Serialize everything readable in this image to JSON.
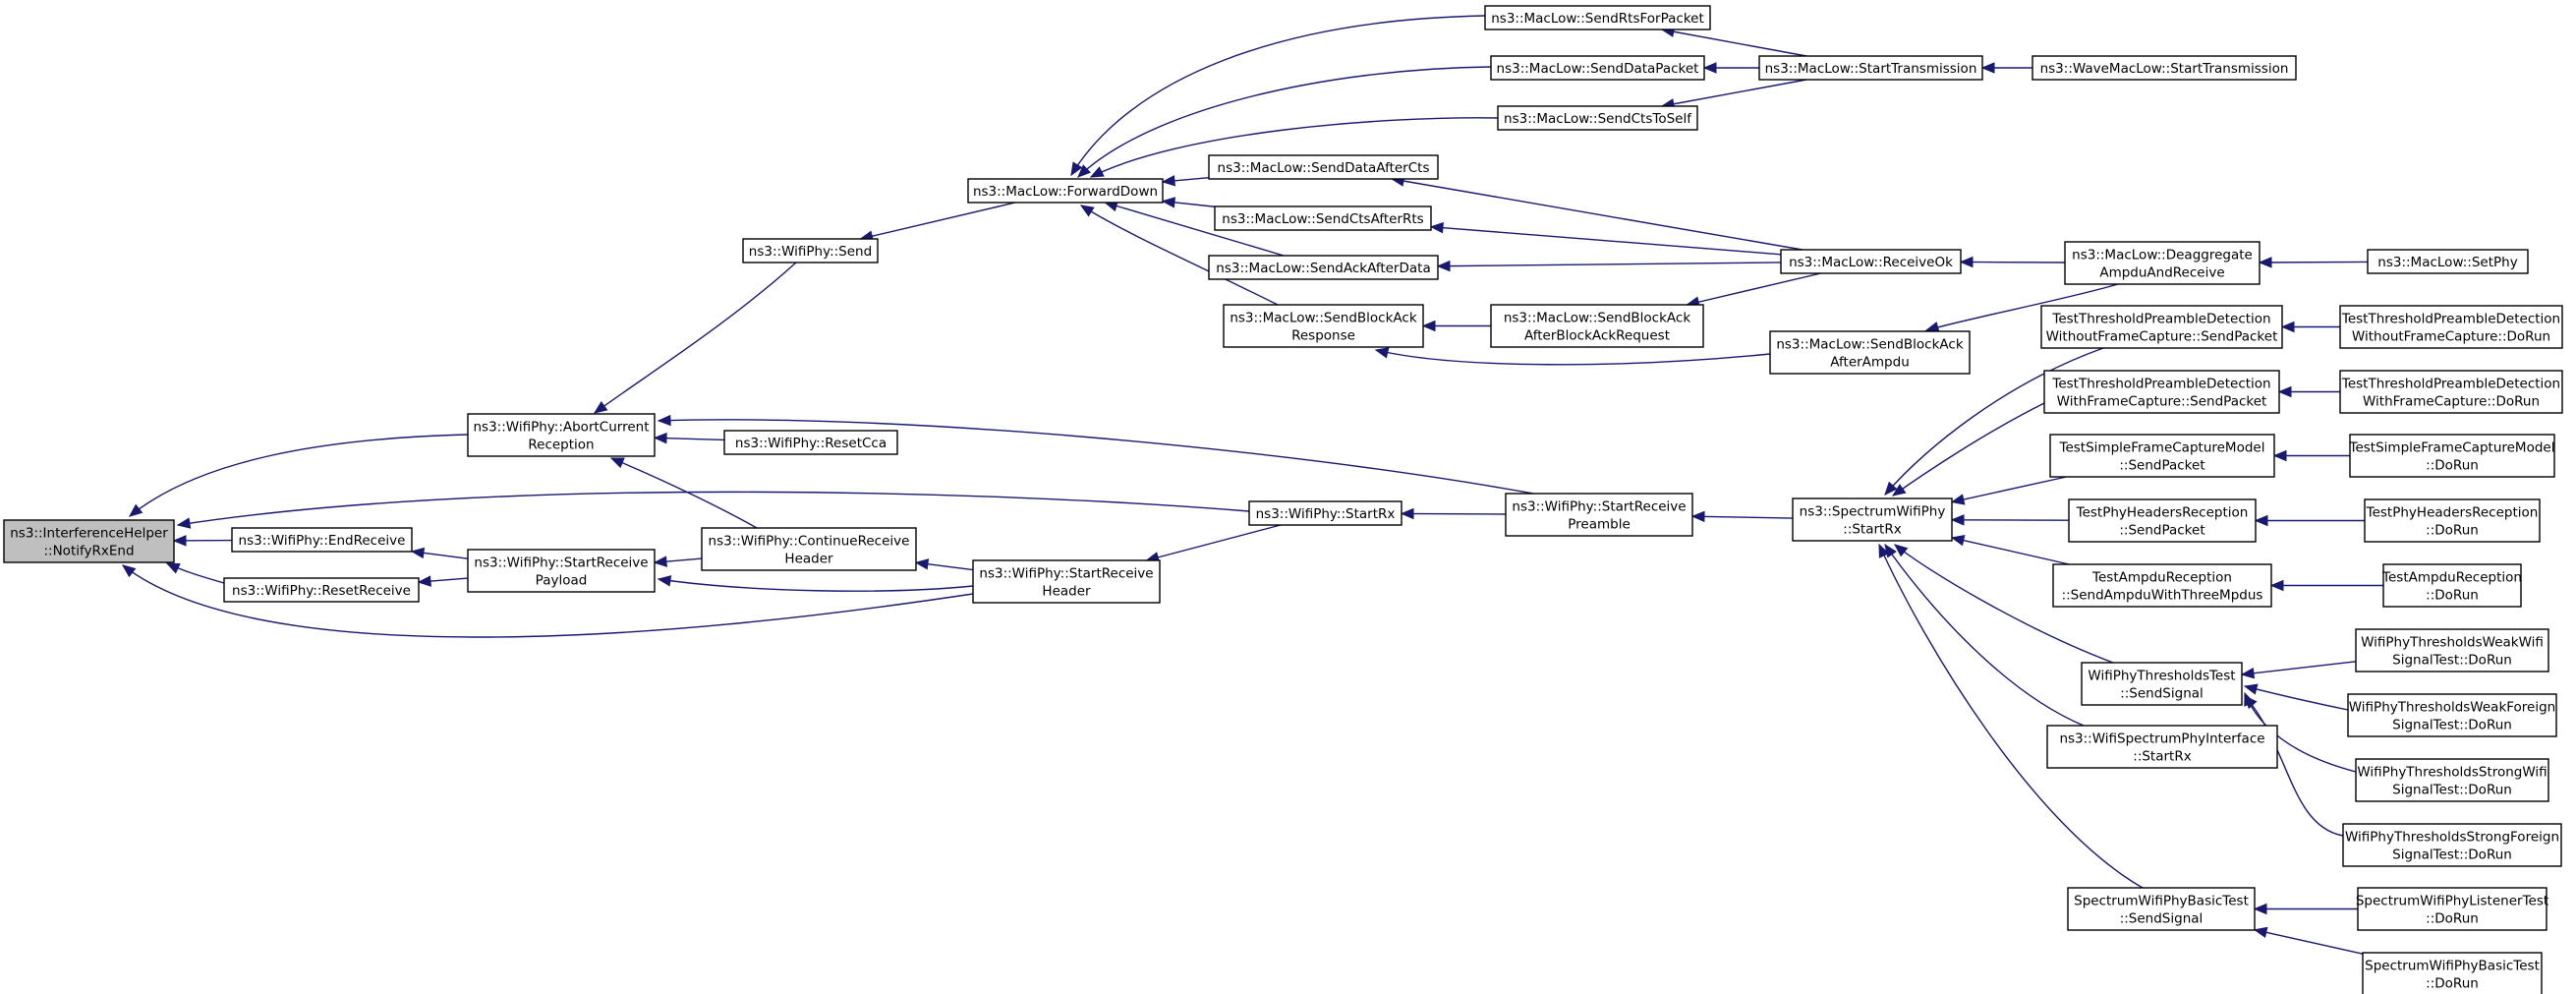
{
  "nodes": [
    {
      "id": "root",
      "lines": [
        "ns3::InterferenceHelper",
        "::NotifyRxEnd"
      ],
      "highlight": true
    },
    {
      "id": "abortCurrent",
      "lines": [
        "ns3::WifiPhy::AbortCurrent",
        "Reception"
      ]
    },
    {
      "id": "endReceive",
      "lines": [
        "ns3::WifiPhy::EndReceive"
      ]
    },
    {
      "id": "resetReceive",
      "lines": [
        "ns3::WifiPhy::ResetReceive"
      ]
    },
    {
      "id": "startReceivePayload",
      "lines": [
        "ns3::WifiPhy::StartReceive",
        "Payload"
      ]
    },
    {
      "id": "wifiSend",
      "lines": [
        "ns3::WifiPhy::Send"
      ]
    },
    {
      "id": "resetCca",
      "lines": [
        "ns3::WifiPhy::ResetCca"
      ]
    },
    {
      "id": "continueReceiveHeader",
      "lines": [
        "ns3::WifiPhy::ContinueReceive",
        "Header"
      ]
    },
    {
      "id": "startReceiveHeader",
      "lines": [
        "ns3::WifiPhy::StartReceive",
        "Header"
      ]
    },
    {
      "id": "forwardDown",
      "lines": [
        "ns3::MacLow::ForwardDown"
      ]
    },
    {
      "id": "startRx",
      "lines": [
        "ns3::WifiPhy::StartRx"
      ]
    },
    {
      "id": "sendRtsForPacket",
      "lines": [
        "ns3::MacLow::SendRtsForPacket"
      ]
    },
    {
      "id": "sendDataPacket",
      "lines": [
        "ns3::MacLow::SendDataPacket"
      ]
    },
    {
      "id": "sendCtsToSelf",
      "lines": [
        "ns3::MacLow::SendCtsToSelf"
      ]
    },
    {
      "id": "sendDataAfterCts",
      "lines": [
        "ns3::MacLow::SendDataAfterCts"
      ]
    },
    {
      "id": "sendCtsAfterRts",
      "lines": [
        "ns3::MacLow::SendCtsAfterRts"
      ]
    },
    {
      "id": "sendAckAfterData",
      "lines": [
        "ns3::MacLow::SendAckAfterData"
      ]
    },
    {
      "id": "sendBlockAckResponse",
      "lines": [
        "ns3::MacLow::SendBlockAck",
        "Response"
      ]
    },
    {
      "id": "sendBlockAckAfterBlockAckRequest",
      "lines": [
        "ns3::MacLow::SendBlockAck",
        "AfterBlockAckRequest"
      ]
    },
    {
      "id": "startReceivePreamble",
      "lines": [
        "ns3::WifiPhy::StartReceive",
        "Preamble"
      ]
    },
    {
      "id": "startTransmission",
      "lines": [
        "ns3::MacLow::StartTransmission"
      ]
    },
    {
      "id": "receiveOk",
      "lines": [
        "ns3::MacLow::ReceiveOk"
      ]
    },
    {
      "id": "sendBlockAckAfterAmpdu",
      "lines": [
        "ns3::MacLow::SendBlockAck",
        "AfterAmpdu"
      ]
    },
    {
      "id": "spectrumStartRx",
      "lines": [
        "ns3::SpectrumWifiPhy",
        "::StartRx"
      ]
    },
    {
      "id": "waveStartTransmission",
      "lines": [
        "ns3::WaveMacLow::StartTransmission"
      ]
    },
    {
      "id": "deaggregate",
      "lines": [
        "ns3::MacLow::Deaggregate",
        "AmpduAndReceive"
      ]
    },
    {
      "id": "setPhy",
      "lines": [
        "ns3::MacLow::SetPhy"
      ]
    },
    {
      "id": "tpdWithoutSend",
      "lines": [
        "TestThresholdPreambleDetection",
        "WithoutFrameCapture::SendPacket"
      ]
    },
    {
      "id": "tpdWithSend",
      "lines": [
        "TestThresholdPreambleDetection",
        "WithFrameCapture::SendPacket"
      ]
    },
    {
      "id": "tsfcSend",
      "lines": [
        "TestSimpleFrameCaptureModel",
        "::SendPacket"
      ]
    },
    {
      "id": "tphSend",
      "lines": [
        "TestPhyHeadersReception",
        "::SendPacket"
      ]
    },
    {
      "id": "tarSend",
      "lines": [
        "TestAmpduReception",
        "::SendAmpduWithThreeMpdus"
      ]
    },
    {
      "id": "wptSend",
      "lines": [
        "WifiPhyThresholdsTest",
        "::SendSignal"
      ]
    },
    {
      "id": "wsphyStartRx",
      "lines": [
        "ns3::WifiSpectrumPhyInterface",
        "::StartRx"
      ]
    },
    {
      "id": "swpbtSend",
      "lines": [
        "SpectrumWifiPhyBasicTest",
        "::SendSignal"
      ]
    },
    {
      "id": "tpdWithoutRun",
      "lines": [
        "TestThresholdPreambleDetection",
        "WithoutFrameCapture::DoRun"
      ]
    },
    {
      "id": "tpdWithRun",
      "lines": [
        "TestThresholdPreambleDetection",
        "WithFrameCapture::DoRun"
      ]
    },
    {
      "id": "tsfcRun",
      "lines": [
        "TestSimpleFrameCaptureModel",
        "::DoRun"
      ]
    },
    {
      "id": "tphRun",
      "lines": [
        "TestPhyHeadersReception",
        "::DoRun"
      ]
    },
    {
      "id": "tarRun",
      "lines": [
        "TestAmpduReception",
        "::DoRun"
      ]
    },
    {
      "id": "wptWeakWifi",
      "lines": [
        "WifiPhyThresholdsWeakWifi",
        "SignalTest::DoRun"
      ]
    },
    {
      "id": "wptWeakForeign",
      "lines": [
        "WifiPhyThresholdsWeakForeign",
        "SignalTest::DoRun"
      ]
    },
    {
      "id": "wptStrongWifi",
      "lines": [
        "WifiPhyThresholdsStrongWifi",
        "SignalTest::DoRun"
      ]
    },
    {
      "id": "wptStrongForeign",
      "lines": [
        "WifiPhyThresholdsStrongForeign",
        "SignalTest::DoRun"
      ]
    },
    {
      "id": "swplRun",
      "lines": [
        "SpectrumWifiPhyListenerTest",
        "::DoRun"
      ]
    },
    {
      "id": "swpbRun",
      "lines": [
        "SpectrumWifiPhyBasicTest",
        "::DoRun"
      ]
    }
  ],
  "edges": [
    [
      "abortCurrent",
      "root"
    ],
    [
      "endReceive",
      "root"
    ],
    [
      "resetReceive",
      "root"
    ],
    [
      "startRx",
      "root"
    ],
    [
      "startReceiveHeader",
      "root"
    ],
    [
      "wifiSend",
      "abortCurrent"
    ],
    [
      "resetCca",
      "abortCurrent"
    ],
    [
      "continueReceiveHeader",
      "abortCurrent"
    ],
    [
      "startReceivePreamble",
      "abortCurrent"
    ],
    [
      "startReceivePayload",
      "endReceive"
    ],
    [
      "startReceivePayload",
      "resetReceive"
    ],
    [
      "continueReceiveHeader",
      "startReceivePayload"
    ],
    [
      "startReceiveHeader",
      "startReceivePayload"
    ],
    [
      "forwardDown",
      "wifiSend"
    ],
    [
      "startReceiveHeader",
      "continueReceiveHeader"
    ],
    [
      "startRx",
      "startReceiveHeader"
    ],
    [
      "sendRtsForPacket",
      "forwardDown"
    ],
    [
      "sendDataPacket",
      "forwardDown"
    ],
    [
      "sendCtsToSelf",
      "forwardDown"
    ],
    [
      "sendDataAfterCts",
      "forwardDown"
    ],
    [
      "sendCtsAfterRts",
      "forwardDown"
    ],
    [
      "sendAckAfterData",
      "forwardDown"
    ],
    [
      "sendBlockAckResponse",
      "forwardDown"
    ],
    [
      "startReceivePreamble",
      "startRx"
    ],
    [
      "startTransmission",
      "sendRtsForPacket"
    ],
    [
      "startTransmission",
      "sendDataPacket"
    ],
    [
      "startTransmission",
      "sendCtsToSelf"
    ],
    [
      "receiveOk",
      "sendDataAfterCts"
    ],
    [
      "receiveOk",
      "sendCtsAfterRts"
    ],
    [
      "receiveOk",
      "sendAckAfterData"
    ],
    [
      "sendBlockAckAfterBlockAckRequest",
      "sendBlockAckResponse"
    ],
    [
      "sendBlockAckAfterAmpdu",
      "sendBlockAckResponse"
    ],
    [
      "receiveOk",
      "sendBlockAckAfterBlockAckRequest"
    ],
    [
      "spectrumStartRx",
      "startReceivePreamble"
    ],
    [
      "waveStartTransmission",
      "startTransmission"
    ],
    [
      "deaggregate",
      "receiveOk"
    ],
    [
      "deaggregate",
      "sendBlockAckAfterAmpdu"
    ],
    [
      "setPhy",
      "deaggregate"
    ],
    [
      "tpdWithoutSend",
      "spectrumStartRx"
    ],
    [
      "tpdWithSend",
      "spectrumStartRx"
    ],
    [
      "tsfcSend",
      "spectrumStartRx"
    ],
    [
      "tphSend",
      "spectrumStartRx"
    ],
    [
      "tarSend",
      "spectrumStartRx"
    ],
    [
      "wptSend",
      "spectrumStartRx"
    ],
    [
      "wsphyStartRx",
      "spectrumStartRx"
    ],
    [
      "swpbtSend",
      "spectrumStartRx"
    ],
    [
      "tpdWithoutRun",
      "tpdWithoutSend"
    ],
    [
      "tpdWithRun",
      "tpdWithSend"
    ],
    [
      "tsfcRun",
      "tsfcSend"
    ],
    [
      "tphRun",
      "tphSend"
    ],
    [
      "tarRun",
      "tarSend"
    ],
    [
      "wptWeakWifi",
      "wptSend"
    ],
    [
      "wptWeakForeign",
      "wptSend"
    ],
    [
      "wptStrongWifi",
      "wptSend"
    ],
    [
      "wptStrongForeign",
      "wptSend"
    ],
    [
      "swplRun",
      "swpbtSend"
    ],
    [
      "swpbRun",
      "swpbtSend"
    ]
  ]
}
